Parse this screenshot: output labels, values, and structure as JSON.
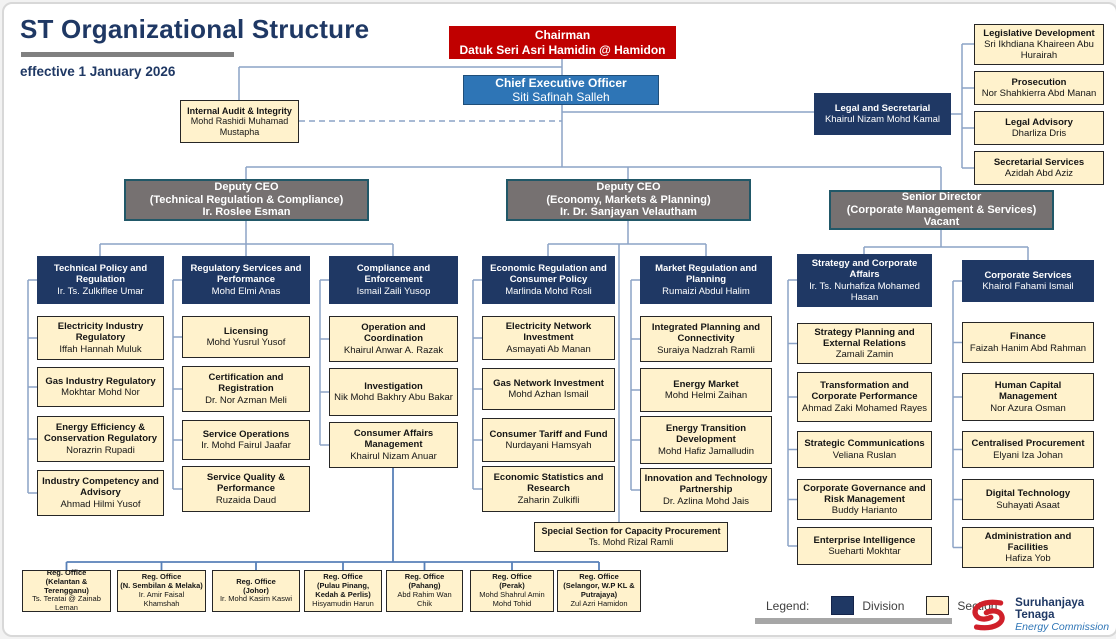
{
  "header": {
    "title": "ST Organizational Structure",
    "subtitle": "effective 1 January 2026"
  },
  "nodes": {
    "chairman": {
      "title": "Chairman",
      "name": "Datuk Seri Asri Hamidin @ Hamidon"
    },
    "ceo": {
      "title": "Chief Executive Officer",
      "name": "Siti Safinah Salleh"
    },
    "internal_audit": {
      "title": "Internal Audit & Integrity",
      "name": "Mohd Rashidi Muhamad Mustapha"
    },
    "legal_secretarial": {
      "title": "Legal and Secretarial",
      "name": "Khairul Nizam Mohd Kamal"
    },
    "legal_sections": [
      {
        "title": "Legislative Development",
        "name": "Sri Ikhdiana Khaireen Abu Hurairah"
      },
      {
        "title": "Prosecution",
        "name": "Nor Shahkierra Abd Manan"
      },
      {
        "title": "Legal Advisory",
        "name": "Dharliza Dris"
      },
      {
        "title": "Secretarial Services",
        "name": "Azidah Abd Aziz"
      }
    ],
    "deputy_technical": {
      "title": "Deputy CEO",
      "subtitle": "(Technical Regulation & Compliance)",
      "name": "Ir. Roslee Esman"
    },
    "deputy_economy": {
      "title": "Deputy CEO",
      "subtitle": "(Economy, Markets & Planning)",
      "name": "Ir. Dr. Sanjayan Velautham"
    },
    "senior_director": {
      "title": "Senior Director",
      "subtitle": "(Corporate Management & Services)",
      "name": "Vacant"
    },
    "divisions": [
      {
        "title": "Technical Policy and Regulation",
        "name": "Ir. Ts. Zulkiflee Umar",
        "sections": [
          {
            "title": "Electricity Industry Regulatory",
            "name": "Iffah Hannah Muluk"
          },
          {
            "title": "Gas Industry Regulatory",
            "name": "Mokhtar Mohd Nor"
          },
          {
            "title": "Energy Efficiency & Conservation Regulatory",
            "name": "Norazrin Rupadi"
          },
          {
            "title": "Industry Competency and Advisory",
            "name": "Ahmad Hilmi Yusof"
          }
        ]
      },
      {
        "title": "Regulatory Services and Performance",
        "name": "Mohd Elmi Anas",
        "sections": [
          {
            "title": "Licensing",
            "name": "Mohd Yusrul Yusof"
          },
          {
            "title": "Certification and Registration",
            "name": "Dr. Nor Azman Meli"
          },
          {
            "title": "Service Operations",
            "name": "Ir. Mohd Fairul Jaafar"
          },
          {
            "title": "Service Quality & Performance",
            "name": "Ruzaida Daud"
          }
        ]
      },
      {
        "title": "Compliance and Enforcement",
        "name": "Ismail Zaili Yusop",
        "sections": [
          {
            "title": "Operation and Coordination",
            "name": "Khairul Anwar A. Razak"
          },
          {
            "title": "Investigation",
            "name": "Nik Mohd Bakhry Abu Bakar"
          },
          {
            "title": "Consumer Affairs Management",
            "name": "Khairul Nizam Anuar"
          }
        ]
      },
      {
        "title": "Economic Regulation and Consumer Policy",
        "name": "Marlinda Mohd Rosli",
        "sections": [
          {
            "title": "Electricity Network Investment",
            "name": "Asmayati Ab Manan"
          },
          {
            "title": "Gas Network Investment",
            "name": "Mohd Azhan Ismail"
          },
          {
            "title": "Consumer Tariff and Fund",
            "name": "Nurdayani Hamsyah"
          },
          {
            "title": "Economic Statistics and Research",
            "name": "Zaharin Zulkifli"
          }
        ]
      },
      {
        "title": "Market Regulation and Planning",
        "name": "Rumaizi Abdul Halim",
        "sections": [
          {
            "title": "Integrated Planning and Connectivity",
            "name": "Suraiya Nadzrah Ramli"
          },
          {
            "title": "Energy Market",
            "name": "Mohd Helmi Zaihan"
          },
          {
            "title": "Energy Transition Development",
            "name": "Mohd Hafiz Jamalludin"
          },
          {
            "title": "Innovation and Technology Partnership",
            "name": "Dr. Azlina Mohd Jais"
          }
        ]
      },
      {
        "title": "Strategy and Corporate Affairs",
        "name": "Ir. Ts. Nurhafiza Mohamed Hasan",
        "sections": [
          {
            "title": "Strategy Planning and External Relations",
            "name": "Zamali Zamin"
          },
          {
            "title": "Transformation and Corporate Performance",
            "name": "Ahmad Zaki Mohamed Rayes"
          },
          {
            "title": "Strategic Communications",
            "name": "Veliana Ruslan"
          },
          {
            "title": "Corporate Governance and Risk Management",
            "name": "Buddy Harianto"
          },
          {
            "title": "Enterprise Intelligence",
            "name": "Sueharti Mokhtar"
          }
        ]
      },
      {
        "title": "Corporate Services",
        "name": "Khairol Fahami Ismail",
        "sections": [
          {
            "title": "Finance",
            "name": "Faizah Hanim Abd Rahman"
          },
          {
            "title": "Human Capital Management",
            "name": "Nor Azura Osman"
          },
          {
            "title": "Centralised Procurement",
            "name": "Elyani Iza Johan"
          },
          {
            "title": "Digital Technology",
            "name": "Suhayati Asaat"
          },
          {
            "title": "Administration and Facilities",
            "name": "Hafiza Yob"
          }
        ]
      }
    ],
    "special_section": {
      "title": "Special Section for Capacity Procurement",
      "name": "Ts. Mohd Rizal Ramli"
    },
    "regional_offices": [
      {
        "title": "Reg. Office",
        "region": "(Kelantan & Terengganu)",
        "name": "Ts. Teratai @ Zainab Leman"
      },
      {
        "title": "Reg. Office",
        "region": "(N. Sembilan & Melaka)",
        "name": "Ir. Amir Faisal Khamshah"
      },
      {
        "title": "Reg. Office",
        "region": "(Johor)",
        "name": "Ir. Mohd Kasim Kaswi"
      },
      {
        "title": "Reg. Office",
        "region": "(Pulau Pinang, Kedah & Perlis)",
        "name": "Hisyamudin Harun"
      },
      {
        "title": "Reg. Office",
        "region": "(Pahang)",
        "name": "Abd Rahim Wan Chik"
      },
      {
        "title": "Reg. Office",
        "region": "(Perak)",
        "name": "Mohd Shahrul Amin Mohd Tohid"
      },
      {
        "title": "Reg. Office",
        "region": "(Selangor, W.P KL & Putrajaya)",
        "name": "Zul Azri Hamidon"
      }
    ]
  },
  "legend": {
    "label": "Legend:",
    "division_label": "Division",
    "section_label": "Section"
  },
  "logo": {
    "line1": "Suruhanjaya Tenaga",
    "line2": "Energy Commission"
  },
  "colors": {
    "division": "#1F3864",
    "section": "#FFF2CC",
    "chairman": "#C00000",
    "ceo": "#2E75B6",
    "deputy": "#767171",
    "connector": "#8CA3C6",
    "connector_strong": "#5880B8"
  }
}
